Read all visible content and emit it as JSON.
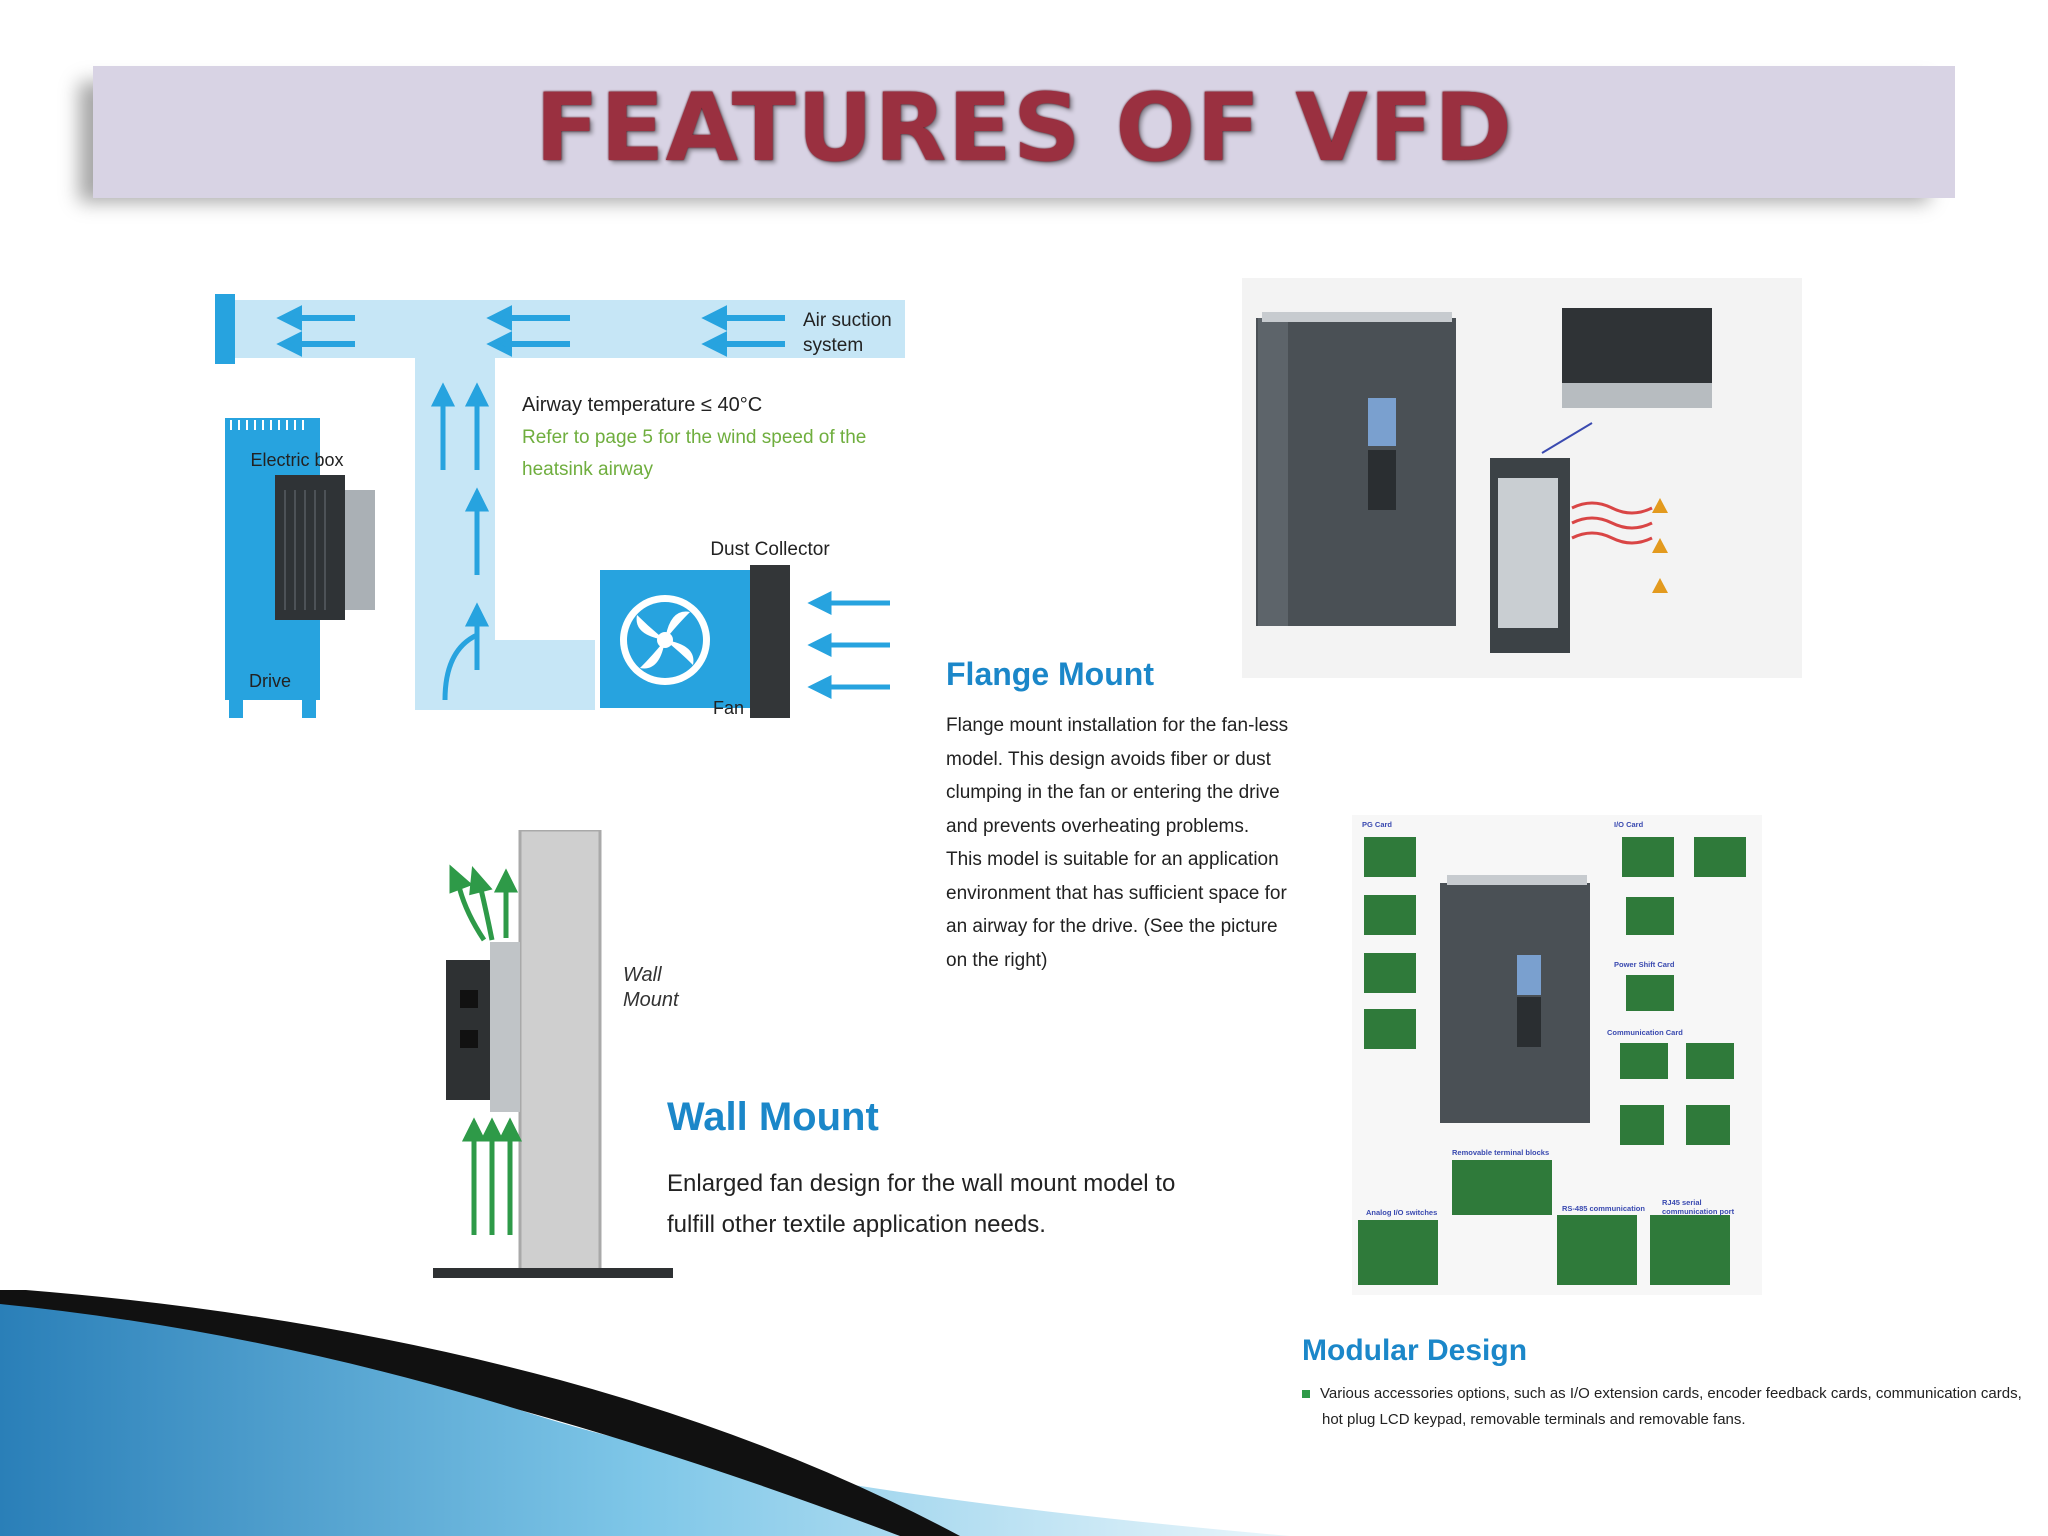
{
  "title": "FEATURES OF VFD",
  "airway_diagram": {
    "air_suction_line1": "Air suction",
    "air_suction_line2": "system",
    "temp_line": "Airway temperature ≤ 40°C",
    "note_line1": "Refer to page 5 for the wind speed of the",
    "note_line2": "heatsink airway",
    "electric_box": "Electric box",
    "drive": "Drive",
    "dust_collector": "Dust Collector",
    "fan": "Fan"
  },
  "wall_diagram": {
    "label_line1": "Wall",
    "label_line2": "Mount"
  },
  "flange": {
    "title": "Flange Mount",
    "lines": [
      "Flange mount installation for the fan-less",
      "model. This design avoids fiber or dust",
      "clumping in the fan or entering the drive",
      "and prevents overheating problems.",
      "This model is suitable for an application",
      "environment that has sufficient space for",
      "an airway for the drive. (See the picture",
      "on the right)"
    ]
  },
  "wall_mount": {
    "title": "Wall Mount",
    "lines": [
      "Enlarged fan design for the wall mount model to",
      "fulfill other textile application needs."
    ]
  },
  "modular": {
    "title": "Modular Design",
    "lines": [
      "Various accessories options, such as I/O extension cards, encoder feedback cards, communication cards,",
      "hot plug LCD keypad, removable terminals and removable fans."
    ]
  },
  "photo_labels": {
    "pg_card": "PG Card",
    "io_card": "I/O Card",
    "power_shift_card": "Power Shift Card",
    "communication_card": "Communication Card",
    "removable_terminal_blocks": "Removable terminal blocks",
    "analog_io_switches": "Analog I/O switches",
    "rs485_communication": "RS-485 communication",
    "rj45_port_line1": "RJ45 serial",
    "rj45_port_line2": "communication port"
  },
  "colors": {
    "accent_blue": "#1b87c9",
    "title_red": "#9a3040",
    "band": "#d8d3e4",
    "airway": "#c6e6f6",
    "arrow_green": "#2e9a48"
  }
}
